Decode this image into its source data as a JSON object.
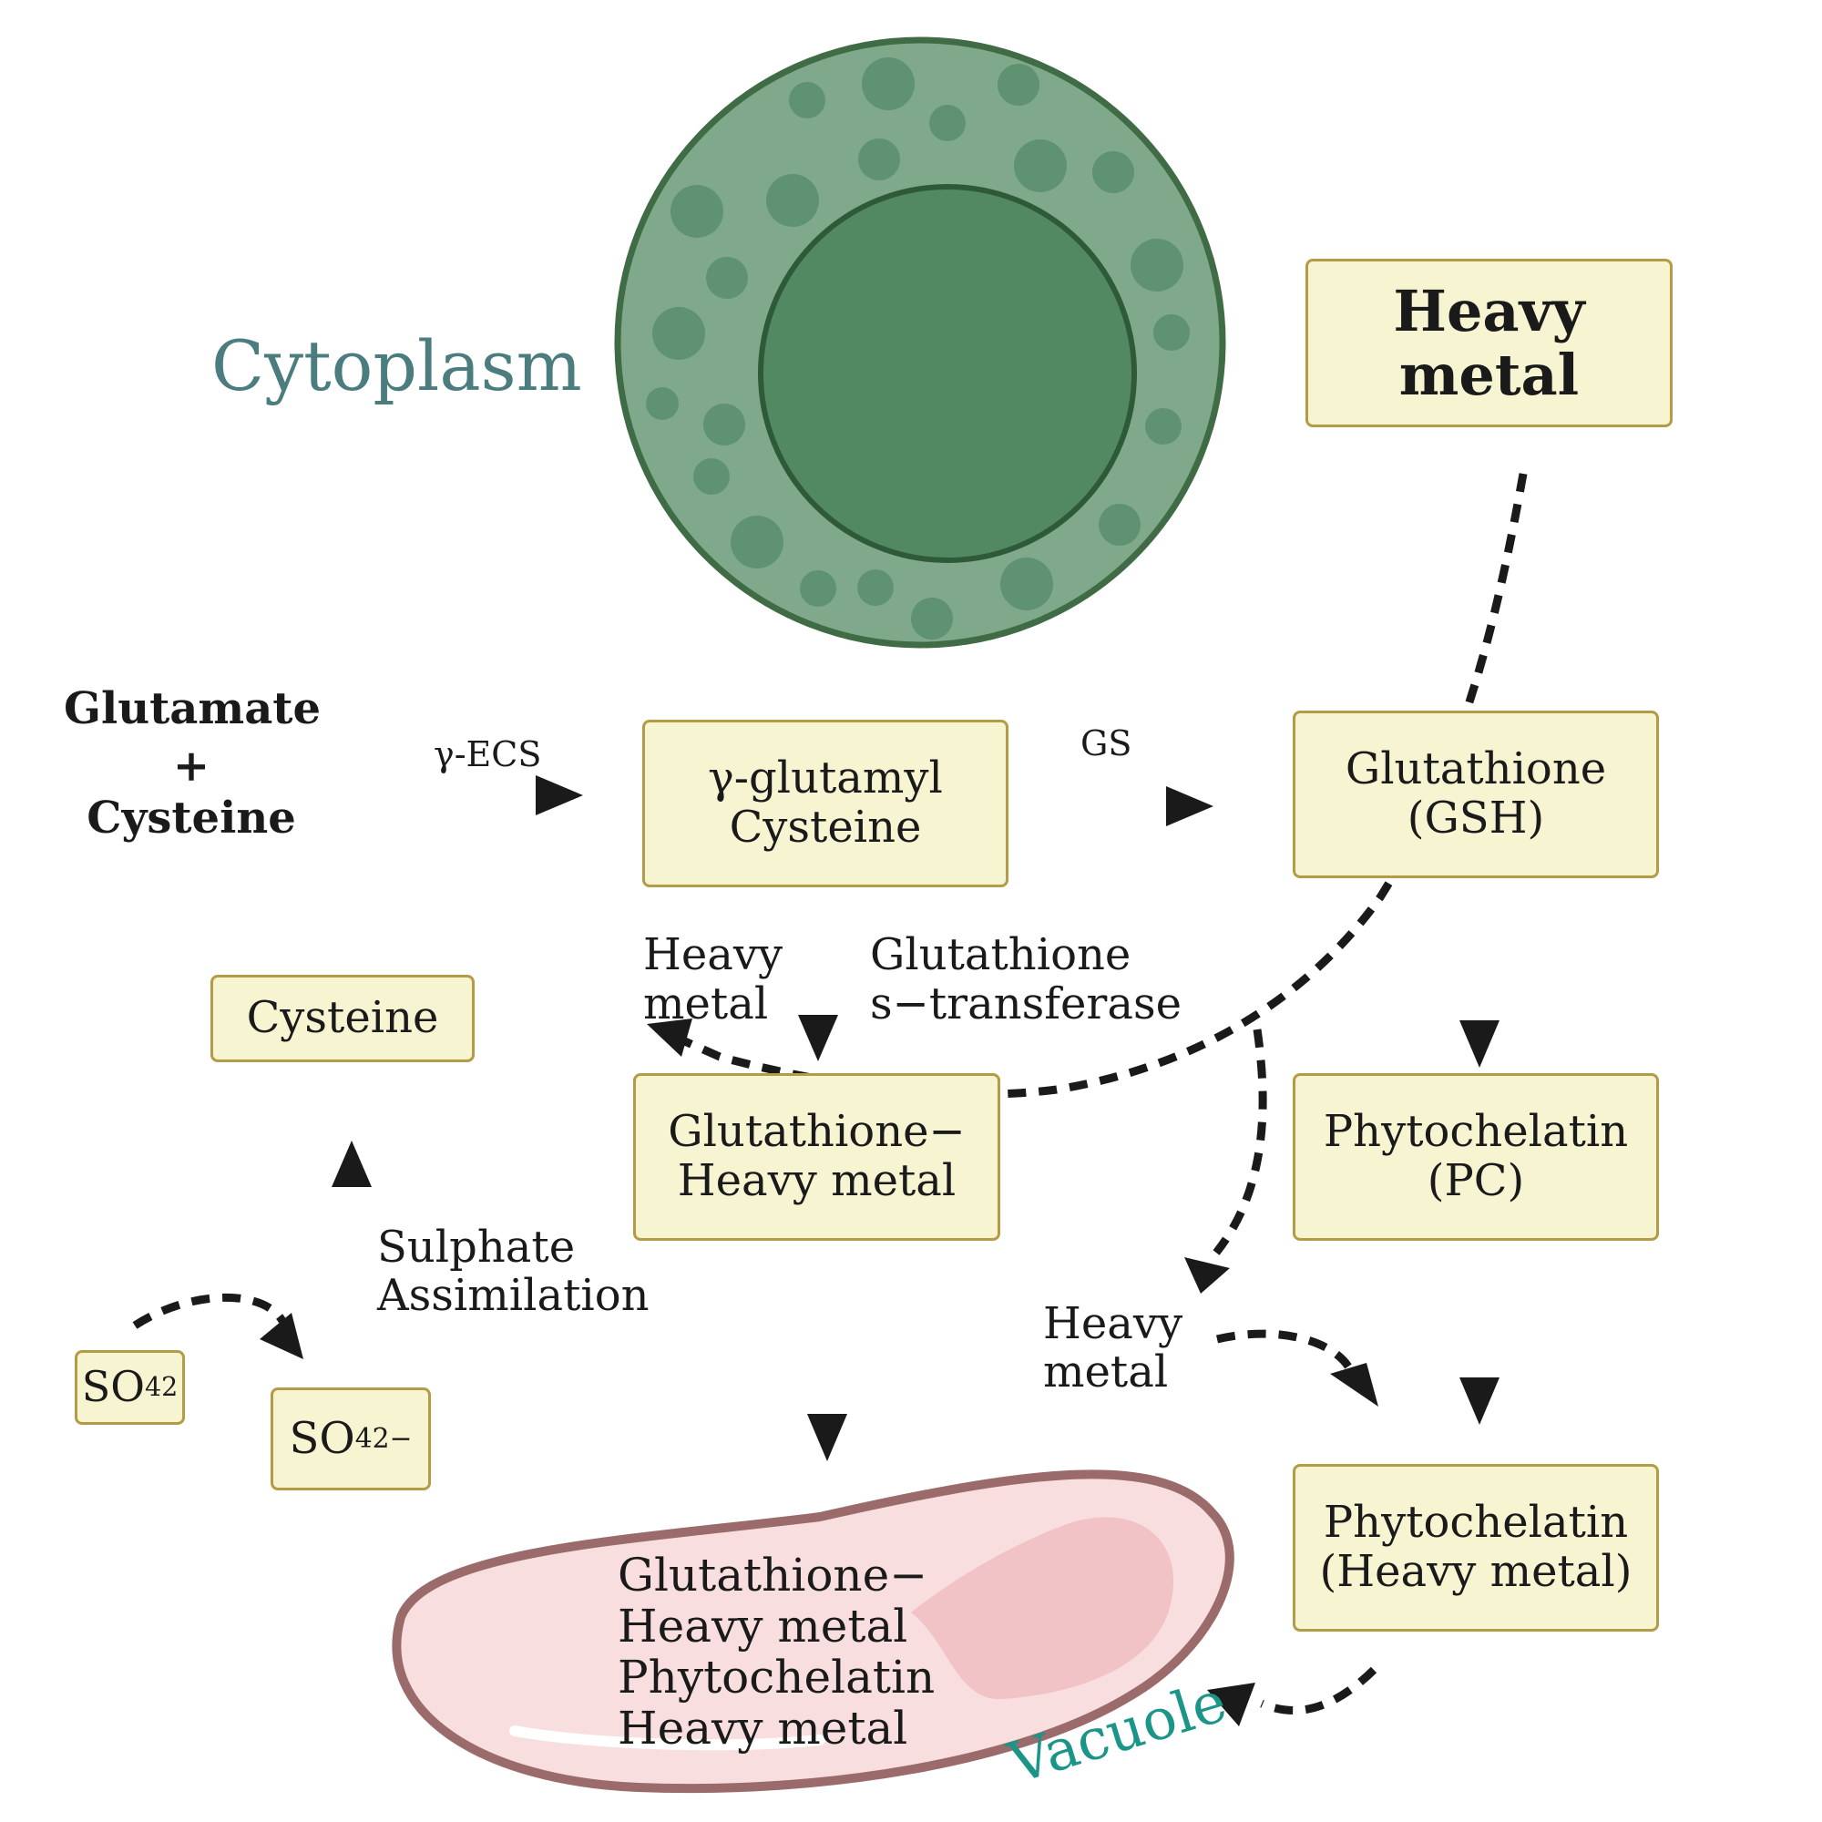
{
  "colors": {
    "cell_outer": "#7fa98a",
    "cell_border": "#3f6b45",
    "nucleus": "#528962",
    "vacuole_fill": "#f8dede",
    "vacuole_border": "#9b6a6a",
    "box_fill": "#f7f4d2",
    "box_border": "#b49b46",
    "cytoplasm_text": "#4b7d7f",
    "vacuole_text": "#1c9589",
    "arrow": "#1a1a1a"
  },
  "labels": {
    "cytoplasm": "Cytoplasm",
    "vacuole": "Vacuole",
    "substrate_1": "Glutamate",
    "plus": "+",
    "substrate_2": "Cysteine",
    "enzyme_gecs": "γ-ECS",
    "enzyme_gs": "GS",
    "heavy_metal_left_1": "Heavy",
    "heavy_metal_left_2": "metal",
    "gst_1": "Glutathione",
    "gst_2": "s−transferase",
    "sulphate_1": "Sulphate",
    "sulphate_2": "Assimilation",
    "heavy_metal_right_1": "Heavy",
    "heavy_metal_right_2": "metal"
  },
  "boxes": {
    "heavy_metal": {
      "line1": "Heavy",
      "line2": "metal"
    },
    "gamma_glutamyl": {
      "line1": "γ-glutamyl",
      "line2": "Cysteine"
    },
    "gsh": {
      "line1": "Glutathione",
      "line2": "(GSH)"
    },
    "cysteine": {
      "line1": "Cysteine"
    },
    "gsh_metal": {
      "line1": "Glutathione−",
      "line2": "Heavy metal"
    },
    "pc": {
      "line1": "Phytochelatin",
      "line2": "(PC)"
    },
    "pc_metal": {
      "line1": "Phytochelatin",
      "line2": "(Heavy metal)"
    },
    "so4_a": {
      "base": "SO",
      "sub": "4",
      "sup": "2"
    },
    "so4_b": {
      "base": "SO",
      "sub": "4",
      "sup": "2−"
    }
  },
  "vacuole_contents": [
    "Glutathione−",
    "Heavy metal",
    "Phytochelatin",
    "Heavy metal"
  ]
}
